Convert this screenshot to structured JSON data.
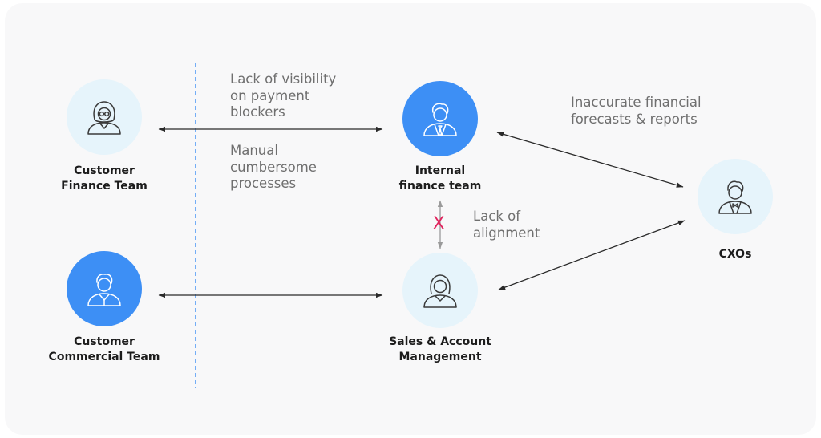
{
  "colors": {
    "background": "#f8f8f9",
    "light_circle": "#e6f4fb",
    "blue_circle": "#3d8ff5",
    "arrow": "#2a2a2a",
    "muted_arrow": "#9a9a9a",
    "divider": "#3d8ff5",
    "x_mark": "#e0245e",
    "issue_text": "#6f6f6f"
  },
  "nodes": {
    "customer_finance": {
      "label": "Customer\nFinance Team",
      "icon": "woman-with-glasses-icon",
      "style": "light"
    },
    "customer_commercial": {
      "label": "Customer\nCommercial Team",
      "icon": "man-icon",
      "style": "blue"
    },
    "internal_finance": {
      "label": "Internal\nfinance team",
      "icon": "man-in-suit-icon",
      "style": "blue"
    },
    "sales_account": {
      "label": "Sales & Account\nManagement",
      "icon": "woman-icon",
      "style": "light"
    },
    "cxos": {
      "label": "CXOs",
      "icon": "executive-icon",
      "style": "light"
    }
  },
  "issues": {
    "visibility": "Lack of visibility\non payment\nblockers",
    "manual": "Manual\ncumbersome\nprocesses",
    "inaccurate": "Inaccurate financial\nforecasts & reports",
    "alignment": "Lack of\nalignment",
    "x_symbol": "X"
  }
}
